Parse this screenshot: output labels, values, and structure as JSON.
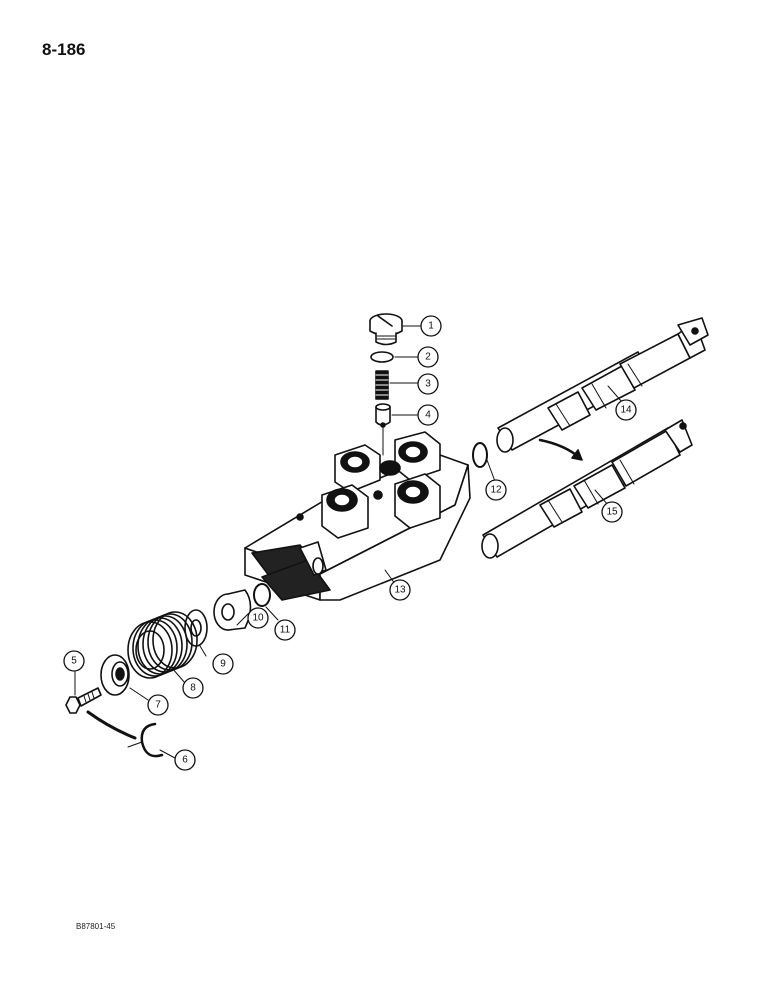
{
  "page_number": "8-186",
  "figure_ref": "B87801-45",
  "callouts": [
    "1",
    "2",
    "3",
    "4",
    "5",
    "6",
    "7",
    "8",
    "9",
    "10",
    "11",
    "12",
    "13",
    "14",
    "15"
  ]
}
